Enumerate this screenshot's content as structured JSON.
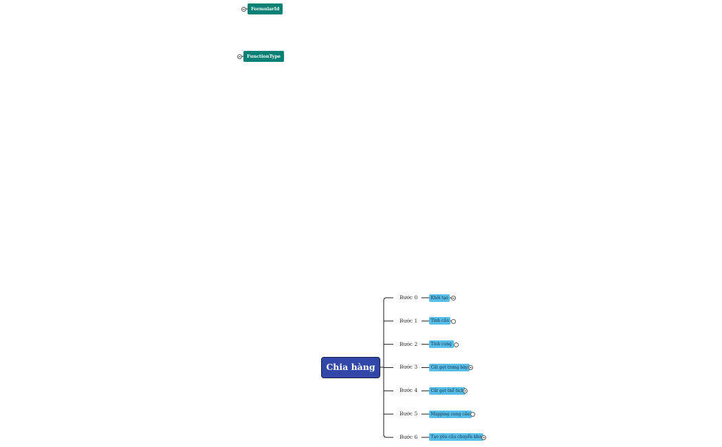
{
  "top_nodes": [
    {
      "id": "formularid",
      "label": "FormularId"
    },
    {
      "id": "functiontype",
      "label": "FunctionType"
    }
  ],
  "root": {
    "label": "Chia hàng"
  },
  "steps": [
    {
      "label": "Bước 0",
      "child": "Khởi tạo",
      "toggle": "collapsed"
    },
    {
      "label": "Bước 1",
      "child": "Tính cầu",
      "toggle": "expanded"
    },
    {
      "label": "Bước 2",
      "child": "Tính cung",
      "toggle": "expanded"
    },
    {
      "label": "Bước 3",
      "child": "Cắt gọt trưng bày",
      "toggle": "collapsed"
    },
    {
      "label": "Bước 4",
      "child": "Cắt gọt thể tích",
      "toggle": "collapsed"
    },
    {
      "label": "Bước 5",
      "child": "Mapping cung cầu",
      "toggle": "expanded"
    },
    {
      "label": "Bước 6",
      "child": "Tạo yêu cầu chuyển kho",
      "toggle": "collapsed"
    }
  ],
  "colors": {
    "teal": "#0b8074",
    "root_fill": "#3347a8",
    "root_border": "#10194a",
    "leaf_fill": "#56bde8",
    "line": "#1a1a1a"
  }
}
